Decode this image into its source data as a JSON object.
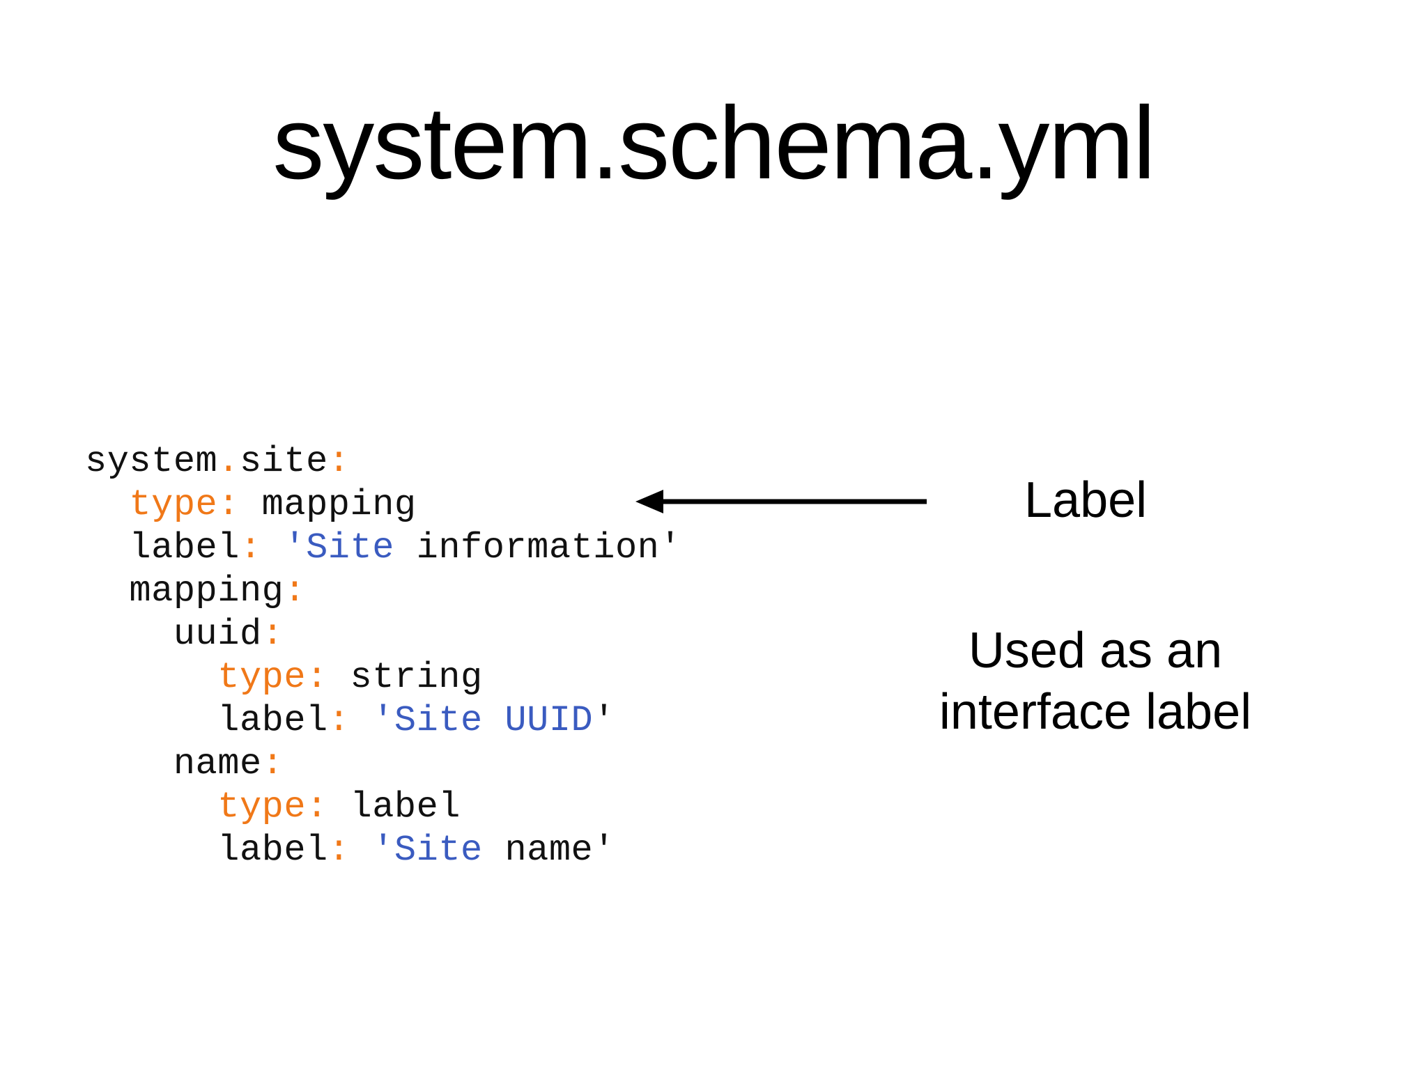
{
  "slide": {
    "background_color": "#ffffff",
    "title": "system.schema.yml"
  },
  "theme": {
    "text_color": "#000000",
    "code_color": "#111111",
    "punctuation_color": "#F07818",
    "key_color": "#F07818",
    "string_color": "#3A5BC0",
    "arrow_color": "#000000"
  },
  "code": {
    "language": "yaml",
    "filename": "system.schema.yml",
    "raw": "system.site:\n  type: mapping\n  label: 'Site information'\n  mapping:\n    uuid:\n      type: string\n      label: 'Site UUID'\n    name:\n      type: label\n      label: 'Site name'",
    "lines": [
      {
        "indent": "",
        "tokens": [
          {
            "text": "system",
            "kind": "plain"
          },
          {
            "text": ".",
            "kind": "punct"
          },
          {
            "text": "site",
            "kind": "plain"
          },
          {
            "text": ":",
            "kind": "punct"
          }
        ]
      },
      {
        "indent": "  ",
        "tokens": [
          {
            "text": "type",
            "kind": "key"
          },
          {
            "text": ":",
            "kind": "key"
          },
          {
            "text": " mapping",
            "kind": "plain"
          }
        ]
      },
      {
        "indent": "  ",
        "tokens": [
          {
            "text": "label",
            "kind": "plain"
          },
          {
            "text": ":",
            "kind": "punct"
          },
          {
            "text": " ",
            "kind": "plain"
          },
          {
            "text": "'Site",
            "kind": "str"
          },
          {
            "text": " information'",
            "kind": "plain"
          }
        ]
      },
      {
        "indent": "  ",
        "tokens": [
          {
            "text": "mapping",
            "kind": "plain"
          },
          {
            "text": ":",
            "kind": "punct"
          }
        ]
      },
      {
        "indent": "    ",
        "tokens": [
          {
            "text": "uuid",
            "kind": "plain"
          },
          {
            "text": ":",
            "kind": "punct"
          }
        ]
      },
      {
        "indent": "      ",
        "tokens": [
          {
            "text": "type",
            "kind": "key"
          },
          {
            "text": ":",
            "kind": "key"
          },
          {
            "text": " string",
            "kind": "plain"
          }
        ]
      },
      {
        "indent": "      ",
        "tokens": [
          {
            "text": "label",
            "kind": "plain"
          },
          {
            "text": ":",
            "kind": "punct"
          },
          {
            "text": " ",
            "kind": "plain"
          },
          {
            "text": "'Site UUID",
            "kind": "str"
          },
          {
            "text": "'",
            "kind": "plain"
          }
        ]
      },
      {
        "indent": "    ",
        "tokens": [
          {
            "text": "name",
            "kind": "plain"
          },
          {
            "text": ":",
            "kind": "punct"
          }
        ]
      },
      {
        "indent": "      ",
        "tokens": [
          {
            "text": "type",
            "kind": "key"
          },
          {
            "text": ":",
            "kind": "key"
          },
          {
            "text": " label",
            "kind": "plain"
          }
        ]
      },
      {
        "indent": "      ",
        "tokens": [
          {
            "text": "label",
            "kind": "plain"
          },
          {
            "text": ":",
            "kind": "punct"
          },
          {
            "text": " ",
            "kind": "plain"
          },
          {
            "text": "'Site",
            "kind": "str"
          },
          {
            "text": " name'",
            "kind": "plain"
          }
        ]
      }
    ]
  },
  "annotations": {
    "arrow": {
      "icon": "arrow-left",
      "direction": "left",
      "points_to": "label: 'Site information'"
    },
    "label_callout": "Label",
    "note_lines": [
      "Used as an",
      "interface label"
    ]
  }
}
